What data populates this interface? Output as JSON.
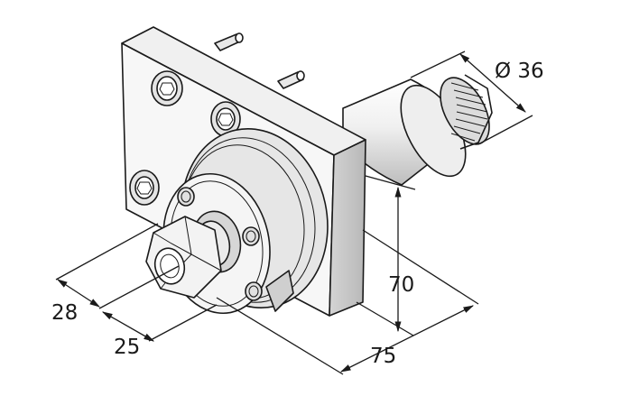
{
  "drawing": {
    "subject": "angled tool holder with ER collet nut and bevel gear shaft",
    "dimensions": {
      "diameter": "Ø 36",
      "height": "70",
      "length": "75",
      "offset_a": "28",
      "offset_b": "25"
    },
    "colors": {
      "line": "#1a1a1a",
      "face_light": "#f2f2f2",
      "face_mid": "#d8d8d8",
      "face_dark": "#bdbdbd",
      "background": "#ffffff"
    }
  }
}
